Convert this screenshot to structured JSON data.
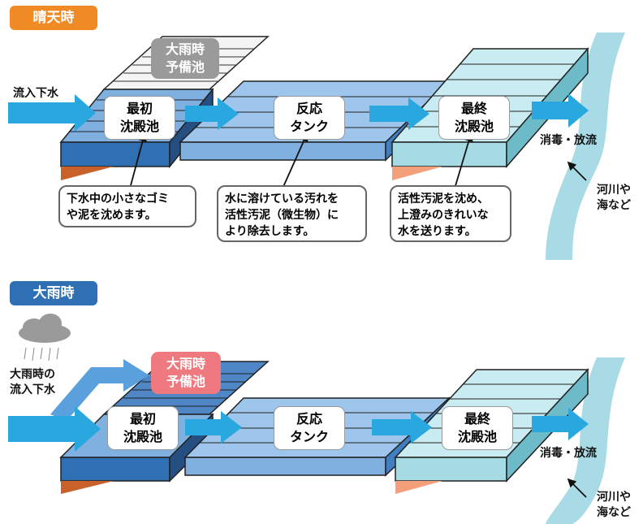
{
  "sections": {
    "sunny": {
      "tag": "晴天時",
      "tag_color": "#f08a24",
      "reserve_tank": "大雨時\n予備池",
      "reserve_color": "#9a9a9a",
      "inflow": "流入下水",
      "primary": "最初\n沈殿池",
      "reaction": "反応\nタンク",
      "final": "最終\n沈殿池",
      "discharge": "消毒・放流",
      "river": "河川や\n海など",
      "note_primary": "下水中の小さなゴミ\nや泥を沈めます。",
      "note_reaction": "水に溶けている汚れを\n活性汚泥（微生物）に\nより除去します。",
      "note_final": "活性汚泥を沈め、\n上澄みのきれいな\n水を送ります。"
    },
    "rain": {
      "tag": "大雨時",
      "tag_color": "#2f6fb3",
      "reserve_tank": "大雨時\n予備池",
      "reserve_color": "#ee7a80",
      "inflow": "大雨時の\n流入下水",
      "primary": "最初\n沈殿池",
      "reaction": "反応\nタンク",
      "final": "最終\n沈殿池",
      "discharge": "消毒・放流",
      "river": "河川や\n海など"
    }
  },
  "colors": {
    "arrow": "#29a8e0",
    "primary_tank": "#3f7fc1",
    "reaction_tank": "#86b6e6",
    "final_tank": "#b9e6ef",
    "sludge": "#c9622a",
    "river": "#a9dbe7",
    "cloud": "#9a9a9a"
  }
}
